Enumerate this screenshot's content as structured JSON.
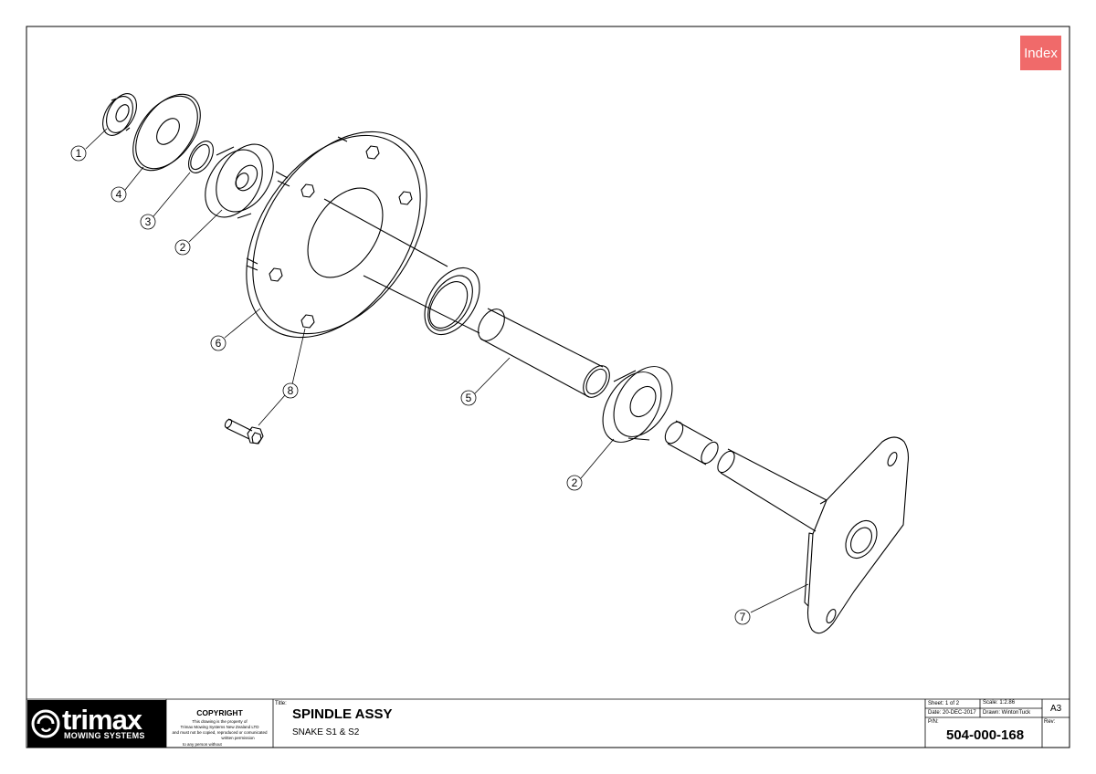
{
  "index_button": "Index",
  "title_block": {
    "brand": "trimax",
    "brand_sub": "MOWING SYSTEMS",
    "copyright_heading": "COPYRIGHT",
    "copyright_line1": "This drawing is the property of",
    "copyright_line2": "Trimax Mowing Systems New Zealand LTD",
    "copyright_line3": "and must not be copied, reproduced or comunicated",
    "copyright_line4": "written permission",
    "copyright_line5": "to any person without",
    "title_label": "Title:",
    "title": "SPINDLE ASSY",
    "subtitle": "SNAKE S1 & S2",
    "sheet": "Sheet: 1 of 2",
    "scale": "Scale: 1:2.86",
    "date": "Date: 20-DEC-2017",
    "drawn": "Drawn: WintonTuck",
    "size": "A3",
    "pn_label": "P/N:",
    "part_number": "504-000-168",
    "rev_label": "Rev:"
  },
  "balloons": [
    {
      "id": "balloon-1",
      "label": "1"
    },
    {
      "id": "balloon-4",
      "label": "4"
    },
    {
      "id": "balloon-3",
      "label": "3"
    },
    {
      "id": "balloon-2a",
      "label": "2"
    },
    {
      "id": "balloon-6",
      "label": "6"
    },
    {
      "id": "balloon-8",
      "label": "8"
    },
    {
      "id": "balloon-5",
      "label": "5"
    },
    {
      "id": "balloon-2b",
      "label": "2"
    },
    {
      "id": "balloon-7",
      "label": "7"
    }
  ]
}
